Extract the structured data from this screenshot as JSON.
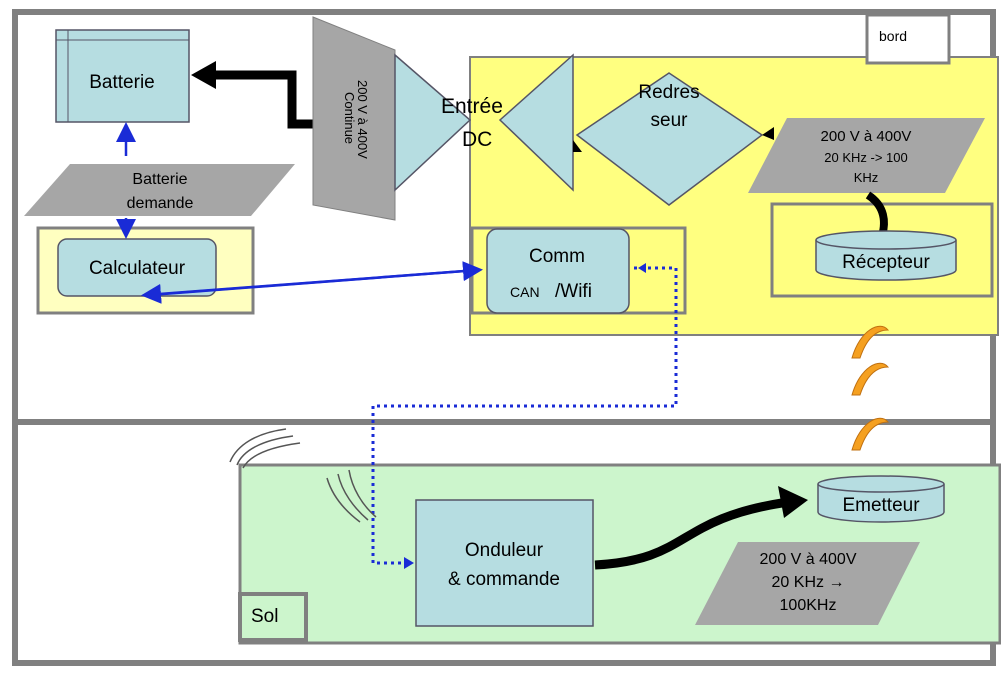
{
  "zones": {
    "bord": "bord",
    "sol": "Sol"
  },
  "blocks": {
    "batterie": "Batterie",
    "batterie_demande": [
      "Batterie",
      "demande"
    ],
    "calculateur": "Calculateur",
    "entree_dc": [
      "Entrée",
      "DC"
    ],
    "vertical_label": [
      "200 V à 400V",
      "Continue"
    ],
    "redresseur": [
      "Redres",
      "seur"
    ],
    "comm": [
      "Comm",
      "CAN",
      "/Wifi"
    ],
    "spec_bord": [
      "200 V à 400V",
      "20 KHz -> 100",
      "KHz"
    ],
    "recepteur": "Récepteur",
    "onduleur": [
      "Onduleur",
      "& commande"
    ],
    "emetteur": "Emetteur",
    "spec_sol": [
      "200 V à 400V",
      "20 KHz →",
      "100KHz"
    ]
  },
  "colors": {
    "frame": "#808080",
    "bord_fill": "#ffff80",
    "sol_fill": "#ccf5cc",
    "box_fill": "#b6dde1",
    "gray_shape": "#a6a6a6",
    "arrow_blue": "#1a2bd6",
    "wave_orange": "#f5a020",
    "calc_zone": "#ffffc0"
  }
}
